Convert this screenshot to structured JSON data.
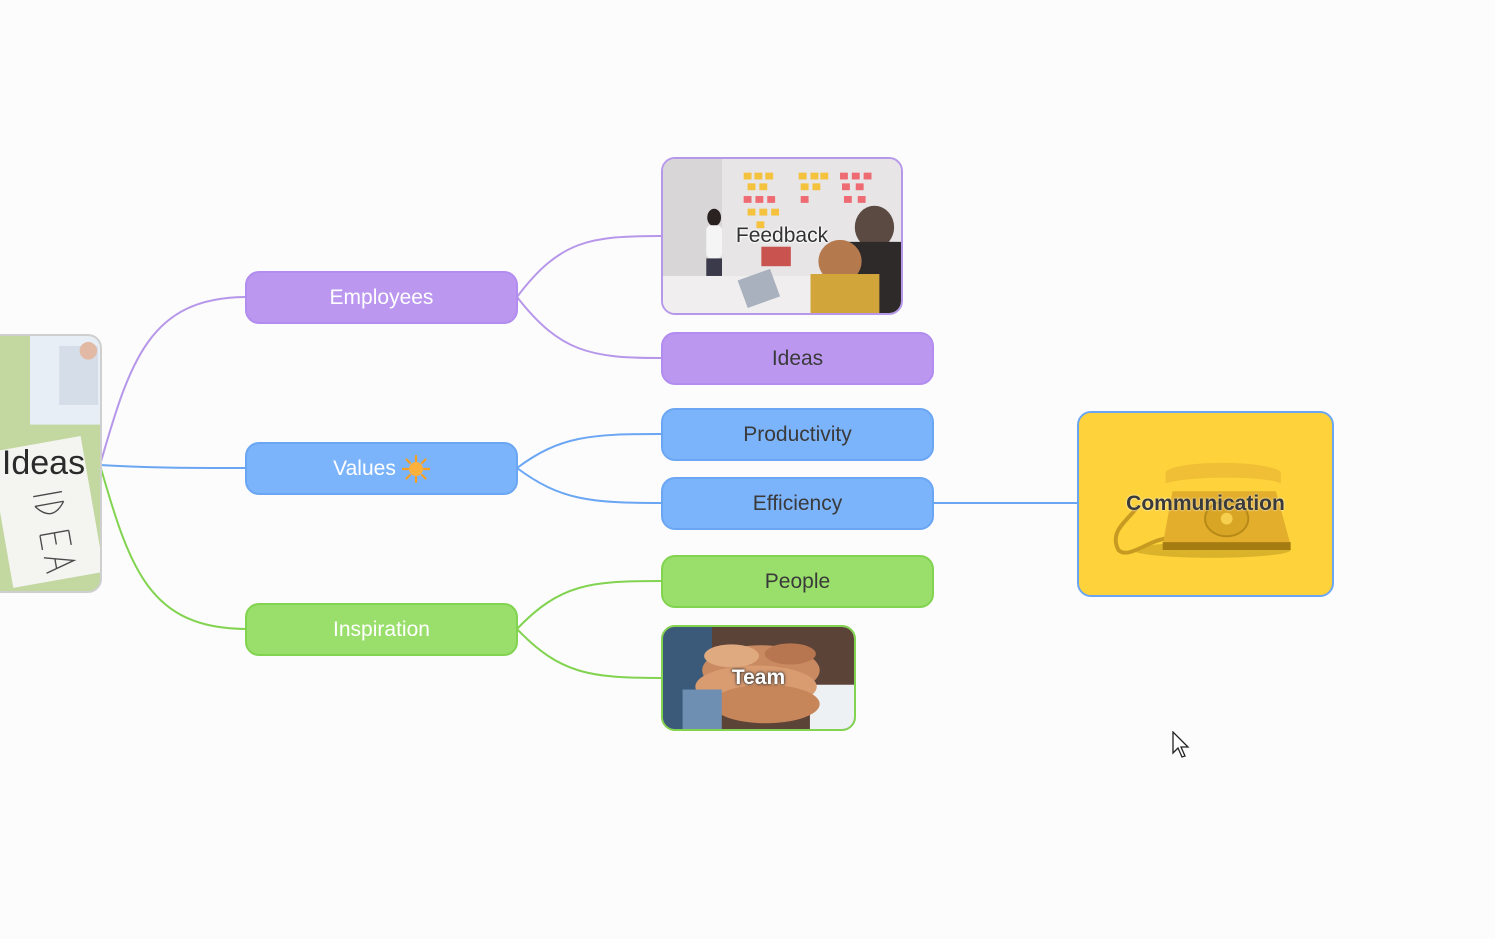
{
  "central": {
    "label": "Ideas",
    "image_text": "IDEAS"
  },
  "branches": {
    "employees": {
      "label": "Employees"
    },
    "values": {
      "label": "Values",
      "emoji": "☀️"
    },
    "inspiration": {
      "label": "Inspiration"
    }
  },
  "leaves": {
    "feedback": {
      "label": "Feedback"
    },
    "ideas": {
      "label": "Ideas"
    },
    "productivity": {
      "label": "Productivity"
    },
    "efficiency": {
      "label": "Efficiency"
    },
    "people": {
      "label": "People"
    },
    "team": {
      "label": "Team"
    },
    "communication": {
      "label": "Communication"
    }
  },
  "colors": {
    "purple": "#bb97f0",
    "blue": "#7cb4fc",
    "green": "#9adf6c",
    "communication_bg": "#fdd23b",
    "background": "#fcfcfc"
  },
  "icons": {
    "cursor": "arrow-cursor-icon",
    "sun": "sun-icon"
  }
}
